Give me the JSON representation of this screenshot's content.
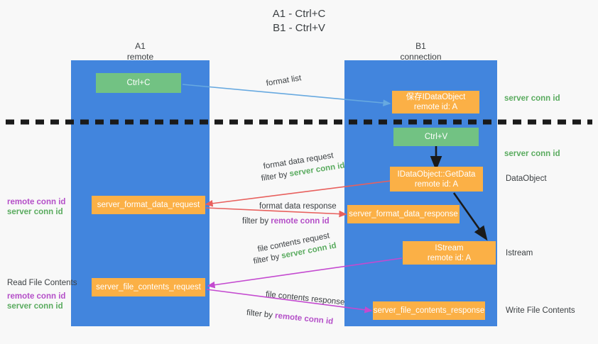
{
  "title": "A1 - Ctrl+C\nB1 - Ctrl+V",
  "columns": [
    {
      "name": "A1",
      "sub": "remote"
    },
    {
      "name": "B1",
      "sub": "connection"
    }
  ],
  "boxes": {
    "ctrl_c": {
      "line1": "Ctrl+C",
      "line2": ""
    },
    "ctrl_v": {
      "line1": "Ctrl+V",
      "line2": ""
    },
    "idataobject_save": {
      "line1": "保存IDataObject",
      "line2": "remote id: A"
    },
    "idataobject_getdata": {
      "line1": "IDataObject::GetData",
      "line2": "remote id: A"
    },
    "istream": {
      "line1": "IStream",
      "line2": "remote id: A"
    },
    "server_format_data_request": {
      "line1": "server_format_data_request",
      "line2": ""
    },
    "server_format_data_response": {
      "line1": "server_format_data_response",
      "line2": ""
    },
    "server_file_contents_request": {
      "line1": "server_file_contents_request",
      "line2": ""
    },
    "server_file_contents_response": {
      "line1": "server_file_contents_response",
      "line2": ""
    }
  },
  "captions": {
    "format_list": "format list",
    "format_data_request": "format data request",
    "format_data_request_filter_prefix": "filter by ",
    "format_data_request_filter_value": "server conn id",
    "format_data_response": "format data response",
    "format_data_response_filter_prefix": "filter by ",
    "format_data_response_filter_value": "remote conn id",
    "file_contents_request": "file contents request",
    "file_contents_request_filter_prefix": "filter by ",
    "file_contents_request_filter_value": "server conn id",
    "file_contents_response": "file contents response",
    "file_contents_response_filter_prefix": "filter by ",
    "file_contents_response_filter_value": "remote conn id"
  },
  "right_labels": {
    "server_conn_id_top": "server conn id",
    "server_conn_id_mid": "server conn id",
    "dataobject": "DataObject",
    "istream": "Istream",
    "write_file_contents": "Write File Contents"
  },
  "left_labels": {
    "remote_conn_id_mid": "remote conn id",
    "server_conn_id_mid": "server conn id",
    "read_file_contents": "Read File Contents",
    "remote_conn_id_low": "remote conn id",
    "server_conn_id_low": "server conn id"
  },
  "colors": {
    "lane": "#4285dd",
    "green_box": "#72c283",
    "orange_box": "#fbb046",
    "green_text": "#5aab5f",
    "purple_text": "#b44fc8",
    "arrow_light_blue": "#67a9e0",
    "arrow_red": "#e8605d",
    "arrow_magenta": "#c44ad0",
    "arrow_black": "#1a1a1a",
    "divider": "#1a1a1a"
  }
}
